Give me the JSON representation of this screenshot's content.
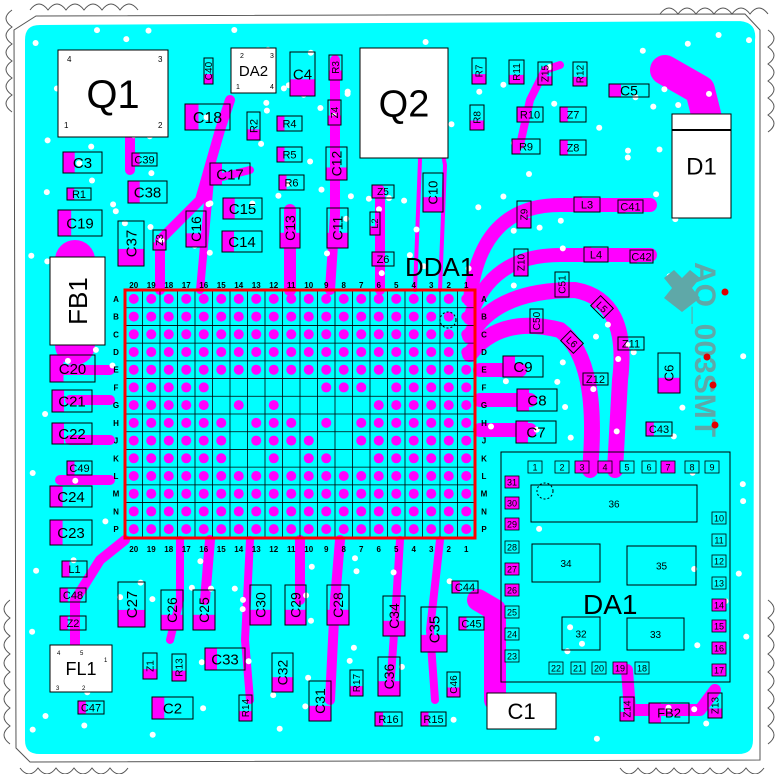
{
  "board": {
    "colors": {
      "copper_top": "#ff00ff",
      "ground_fill": "#00ffff",
      "outline": "#000000",
      "bga_outline": "#ff0000",
      "logo": "#5fa8a8",
      "marker": "#e00000"
    },
    "logo_text": "AO_003SMT",
    "chip_main": "DDA1",
    "chip_rf": "DA1",
    "bga_columns": [
      "20",
      "19",
      "18",
      "17",
      "16",
      "15",
      "14",
      "13",
      "12",
      "11",
      "10",
      "9",
      "8",
      "7",
      "6",
      "5",
      "4",
      "3",
      "2",
      "1"
    ],
    "bga_rows": [
      "A",
      "B",
      "C",
      "D",
      "E",
      "F",
      "G",
      "H",
      "J",
      "K",
      "L",
      "M",
      "N",
      "P"
    ]
  },
  "components": [
    "Q1",
    "DA2",
    "C40",
    "C4",
    "R3",
    "Z4",
    "C18",
    "R2",
    "R4",
    "R5",
    "R6",
    "C12",
    "C3",
    "C39",
    "C17",
    "C38",
    "R1",
    "C19",
    "C15",
    "C16",
    "C13",
    "C11",
    "C37",
    "Z3",
    "C14",
    "FB1",
    "Q2",
    "R7",
    "R8",
    "R11",
    "Z15",
    "R12",
    "R10",
    "Z7",
    "R9",
    "Z8",
    "C5",
    "D1",
    "C10",
    "Z5",
    "L2",
    "Z6",
    "Z9",
    "L3",
    "C41",
    "Z10",
    "L4",
    "C42",
    "C51",
    "C50",
    "L5",
    "L6",
    "Z11",
    "Z12",
    "C9",
    "C8",
    "C7",
    "C6",
    "C43",
    "C20",
    "C21",
    "C22",
    "C49",
    "C24",
    "C23",
    "L1",
    "C48",
    "Z2",
    "FL1",
    "C47",
    "C27",
    "C26",
    "C25",
    "Z1",
    "R13",
    "C33",
    "C2",
    "R14",
    "C30",
    "C29",
    "C28",
    "C32",
    "C31",
    "R17",
    "C36",
    "R16",
    "R15",
    "C34",
    "C35",
    "C44",
    "C45",
    "C46",
    "C1",
    "Z14",
    "FB2",
    "Z13"
  ],
  "pin_labels": {
    "Q1": [
      "1",
      "2",
      "3",
      "4"
    ],
    "DA2": [
      "1",
      "2",
      "3",
      "4"
    ],
    "FL1": [
      "1",
      "2",
      "3",
      "4",
      "5"
    ]
  },
  "da1_pads": {
    "top": [
      "1",
      "2",
      "3",
      "4",
      "5",
      "6",
      "7",
      "8",
      "9"
    ],
    "left": [
      "31",
      "30",
      "29",
      "28",
      "27",
      "26",
      "25",
      "24",
      "23"
    ],
    "right": [
      "10",
      "11",
      "12",
      "13",
      "14",
      "15",
      "16",
      "17"
    ],
    "bottom": [
      "22",
      "21",
      "20",
      "19",
      "18"
    ],
    "inner": [
      "36",
      "34",
      "35",
      "32",
      "33"
    ]
  }
}
